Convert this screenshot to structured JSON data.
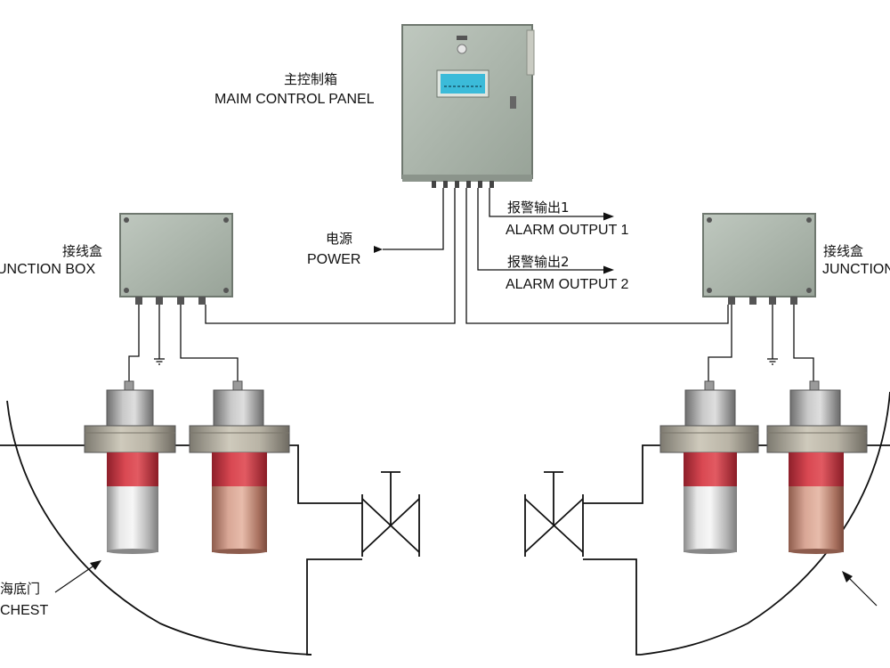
{
  "labels": {
    "main_panel_zh": "主控制箱",
    "main_panel_en": "MAIM CONTROL PANEL",
    "jbox_left_zh": "接线盒",
    "jbox_left_en": "JUNCTION BOX",
    "jbox_right_zh": "接线盒",
    "jbox_right_en": "JUNCTION",
    "power_zh": "电源",
    "power_en": "POWER",
    "alarm1_zh": "报警输出1",
    "alarm1_en": "ALARM OUTPUT 1",
    "alarm2_zh": "报警输出2",
    "alarm2_en": "ALARM OUTPUT 2",
    "seachest_zh": "海底门",
    "seachest_en": "CHEST"
  },
  "colors": {
    "line": "#111111",
    "panel_body": "#aeb8ae",
    "display_bg": "#3bbbd9",
    "band_red": "#c83c46",
    "cylinder_silver": "#d8d8d8",
    "cylinder_copper": "#c48a78"
  }
}
